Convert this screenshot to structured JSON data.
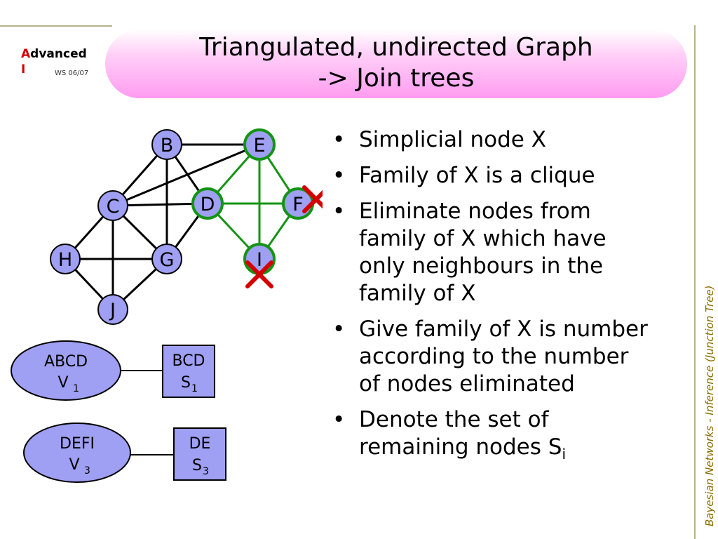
{
  "logo": {
    "brand_red": "A",
    "brand_rest": "dvanced",
    "line2": "I",
    "semester": "WS 06/07"
  },
  "title": {
    "line1": "Triangulated, undirected Graph",
    "line2": "-> Join trees"
  },
  "graph": {
    "nodes": [
      "B",
      "E",
      "C",
      "D",
      "F",
      "H",
      "G",
      "I",
      "J"
    ],
    "green_nodes": [
      "E",
      "D",
      "F",
      "I"
    ],
    "eliminated_nodes": [
      "F",
      "I"
    ],
    "edges": [
      [
        "B",
        "E"
      ],
      [
        "B",
        "C"
      ],
      [
        "B",
        "D"
      ],
      [
        "B",
        "G"
      ],
      [
        "C",
        "E"
      ],
      [
        "C",
        "D"
      ],
      [
        "C",
        "H"
      ],
      [
        "C",
        "G"
      ],
      [
        "C",
        "J"
      ],
      [
        "H",
        "G"
      ],
      [
        "H",
        "J"
      ],
      [
        "G",
        "J"
      ],
      [
        "G",
        "D"
      ]
    ],
    "green_edges": [
      [
        "E",
        "D"
      ],
      [
        "E",
        "F"
      ],
      [
        "E",
        "I"
      ],
      [
        "D",
        "F"
      ],
      [
        "D",
        "I"
      ],
      [
        "F",
        "I"
      ]
    ],
    "colors": {
      "node_fill": "#9f9ff3",
      "green_stroke": "#149414",
      "cross": "#d40000"
    }
  },
  "join_tree": [
    {
      "clique": "ABCD",
      "clique_var": "V",
      "clique_sub": "1",
      "sep": "BCD",
      "sep_var": "S",
      "sep_sub": "1"
    },
    {
      "clique": "DEFI",
      "clique_var": "V",
      "clique_sub": "3",
      "sep": "DE",
      "sep_var": "S",
      "sep_sub": "3"
    }
  ],
  "bullets": [
    {
      "lines": [
        "Simplicial node X"
      ]
    },
    {
      "lines": [
        "Family of X is a clique"
      ]
    },
    {
      "lines": [
        "Eliminate nodes from",
        "family of X which have",
        "only neighbours in the",
        "family of X"
      ]
    },
    {
      "lines": [
        "Give family of X is number",
        "according to the number",
        "of nodes eliminated"
      ]
    },
    {
      "lines": [
        "Denote the set of",
        "remaining nodes S"
      ],
      "sub": "i"
    }
  ],
  "bullet_char": "•",
  "side_label": {
    "main": "Bayesian Networks",
    "dash": " - ",
    "sub": "Inference (Junction Tree)"
  }
}
